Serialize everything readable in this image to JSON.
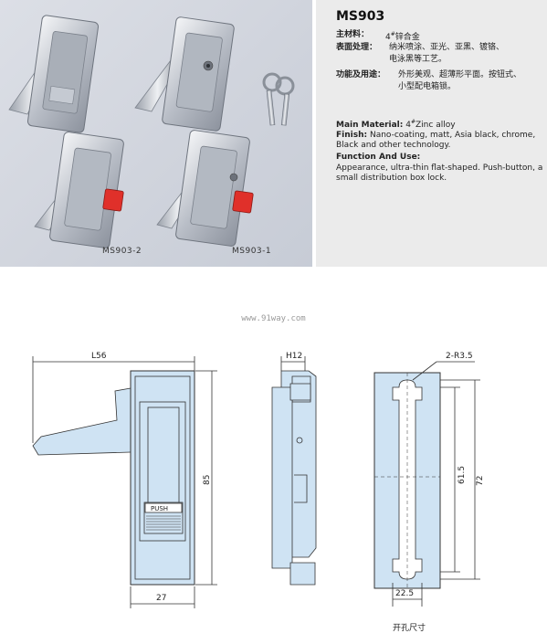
{
  "photo": {
    "labels": [
      "MS903-2",
      "MS903-1"
    ]
  },
  "spec": {
    "model": "MS903",
    "material_label": "主材料：",
    "material_prefix": "4",
    "material_sup": "#",
    "material_value": "锌合金",
    "finish_label": "表面处理：",
    "finish_line1": "纳米喷涂、亚光、亚黑、镀铬、",
    "finish_line2": "电泳黑等工艺。",
    "function_label": "功能及用途：",
    "function_line1": "外形美观、超薄形平面。按钮式、",
    "function_line2": "小型配电箱锁。",
    "en_material_label": "Main Material:",
    "en_material_prefix": "4",
    "en_material_sup": "#",
    "en_material_value": "Zinc alloy",
    "en_finish_label": "Finish:",
    "en_finish_value": "Nano-coating, matt, Asia black, chrome, Black and other technology.",
    "en_function_label": "Function And Use:",
    "en_function_value": "Appearance, ultra-thin flat-shaped. Push-button, a small distribution box lock."
  },
  "watermark": "www.91way.com",
  "drawing": {
    "front_width_dim": "L56",
    "front_height_dim": "85",
    "front_base_dim": "27",
    "push_label": "PUSH",
    "side_dim": "H12",
    "cutout_radius_dim": "2-R3.5",
    "cutout_inner_dim": "61.5",
    "cutout_outer_dim": "72",
    "cutout_width_dim": "22.5",
    "cutout_caption": "开孔尺寸"
  },
  "colors": {
    "part_fill": "#cfe3f3",
    "line": "#333333",
    "button_red": "#e0302a"
  }
}
